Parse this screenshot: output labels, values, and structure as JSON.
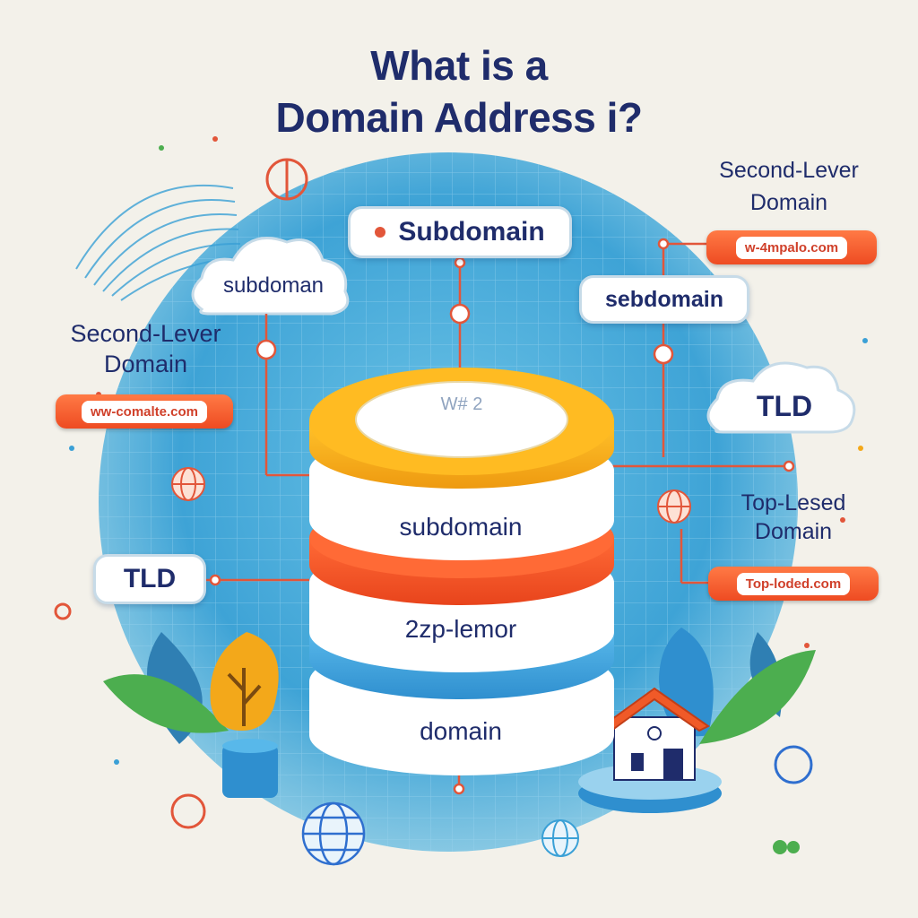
{
  "title": {
    "line1": "What is a",
    "line2": "Domain Address i?"
  },
  "labels": {
    "top_subdomain": "Subdomain",
    "left_cloud": "subdoman",
    "left_heading_line1": "Second-Lever",
    "left_heading_line2": "Domain",
    "left_url": "ww-comalte.com",
    "left_tld": "TLD",
    "right_heading_line1": "Second-Lever",
    "right_heading_line2": "Domain",
    "right_url": "w-4mpalo.com",
    "right_subdomain": "sebdomain",
    "right_tld": "TLD",
    "right_top_heading_line1": "Top-Lesed",
    "right_top_heading_line2": "Domain",
    "right_top_url": "Top-loded.com"
  },
  "stack": {
    "top_disc": "W#  2",
    "layer1": "subdomain",
    "layer2": "2zp-lemor",
    "layer3": "domain"
  },
  "colors": {
    "navy": "#1f2c6b",
    "orange": "#f05a28",
    "yellow": "#f3a81a",
    "blue": "#3aa0d6",
    "green": "#4cae4f"
  },
  "icons": [
    "globe-icon",
    "house-icon",
    "tree-icon",
    "leaf-icon",
    "cloud-icon",
    "fingerprint-icon"
  ]
}
